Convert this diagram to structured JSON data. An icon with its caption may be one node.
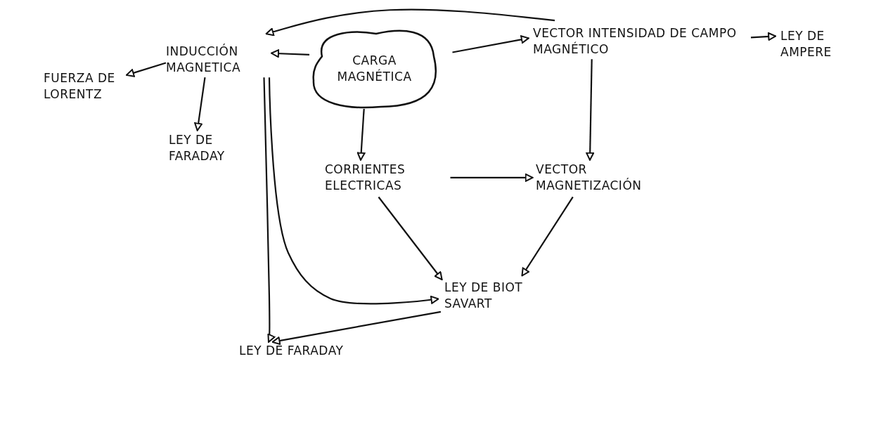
{
  "diagram": {
    "nodes": [
      {
        "text": [
          "INDUCCIÓN MAGNETICA"
        ]
      },
      {
        "text": [
          "CARGA MAGNÉTICA"
        ]
      },
      {
        "text": [
          "VECTOR INTENSIDAD DE CAMPO MAGNÉTICO"
        ]
      },
      {
        "text": [
          "LEY DE AMPERE"
        ]
      },
      {
        "text": [
          "FUERZA DE LORENTZ"
        ]
      },
      {
        "text": [
          "LEY DE FARADAY"
        ]
      },
      {
        "text": [
          "CORRIENTES ELECTRICAS"
        ]
      },
      {
        "text": [
          "VECTOR MAGNETIZACIÓN"
        ]
      },
      {
        "text": [
          "LEY DE BIOT SAVART"
        ]
      },
      {
        "text": [
          "LEY DE FARADAY"
        ]
      }
    ],
    "edges": [
      {
        "from": 2,
        "to": 0,
        "arrow": "to"
      },
      {
        "from": 1,
        "to": 0,
        "arrow": "to"
      },
      {
        "from": 1,
        "to": 2,
        "arrow": "to"
      },
      {
        "from": 2,
        "to": 3,
        "arrow": "to"
      },
      {
        "from": 0,
        "to": 4,
        "arrow": "to"
      },
      {
        "from": 0,
        "to": 5,
        "arrow": "to"
      },
      {
        "from": 1,
        "to": 6,
        "arrow": "to"
      },
      {
        "from": 2,
        "to": 7,
        "arrow": "to"
      },
      {
        "from": 6,
        "to": 7,
        "arrow": "to"
      },
      {
        "from": 6,
        "to": 8,
        "arrow": "to"
      },
      {
        "from": 7,
        "to": 8,
        "arrow": "to"
      },
      {
        "from": 0,
        "to": 8,
        "arrow": "to"
      },
      {
        "from": 0,
        "to": 9,
        "arrow": "to"
      },
      {
        "from": 8,
        "to": 9,
        "arrow": "to"
      }
    ]
  }
}
